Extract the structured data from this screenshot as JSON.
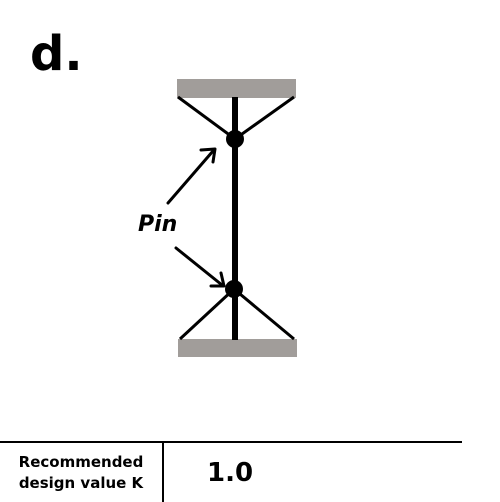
{
  "panel": {
    "letter": "d."
  },
  "diagram": {
    "pin_label": "Pin",
    "support_color": "#a19d9a",
    "member_color": "#000000"
  },
  "table": {
    "header": "Recommended\ndesign value K",
    "value": "1.0"
  }
}
